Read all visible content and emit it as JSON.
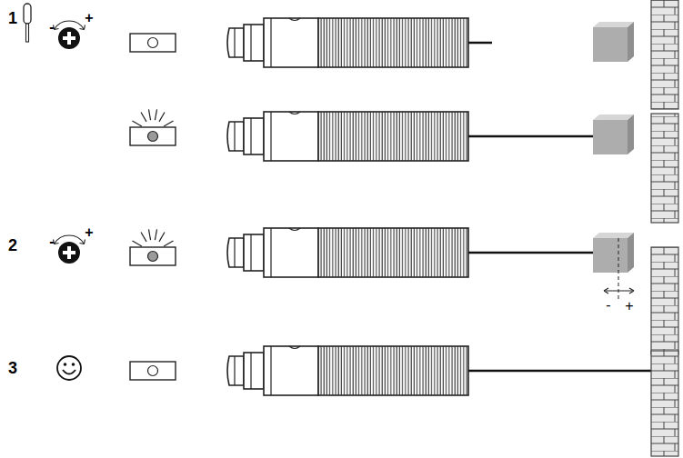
{
  "diagram": {
    "labels": [
      "1",
      "-",
      "+",
      "2",
      "-",
      "+",
      "-",
      "+",
      "3"
    ]
  }
}
